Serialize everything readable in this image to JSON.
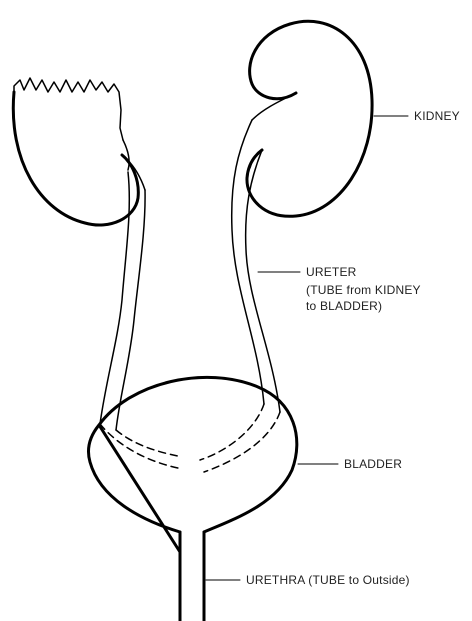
{
  "labels": {
    "kidney": "KIDNEY",
    "ureter_line1": "URETER",
    "ureter_line2": "(TUBE from KIDNEY",
    "ureter_line3": "to BLADDER)",
    "bladder": "BLADDER",
    "urethra": "URETHRA (TUBE to Outside)"
  },
  "colors": {
    "ink": "#000000",
    "background": "#ffffff"
  }
}
